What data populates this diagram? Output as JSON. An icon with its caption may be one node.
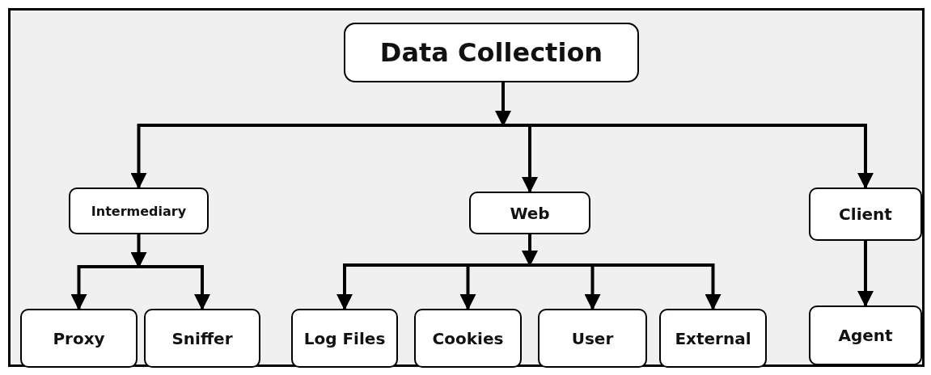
{
  "diagram": {
    "nodes": [
      {
        "text": [
          "Data Collection"
        ]
      },
      {
        "text": [
          "Intermediary"
        ]
      },
      {
        "text": [
          "Web"
        ]
      },
      {
        "text": [
          "Client"
        ]
      },
      {
        "text": [
          "Proxy"
        ]
      },
      {
        "text": [
          "Sniffer"
        ]
      },
      {
        "text": [
          "Log Files"
        ]
      },
      {
        "text": [
          "Cookies"
        ]
      },
      {
        "text": [
          "User"
        ]
      },
      {
        "text": [
          "External"
        ]
      },
      {
        "text": [
          "Agent"
        ]
      }
    ],
    "edges": [
      {
        "from": 0,
        "to": 1,
        "arrow": "to"
      },
      {
        "from": 0,
        "to": 2,
        "arrow": "to"
      },
      {
        "from": 0,
        "to": 3,
        "arrow": "to"
      },
      {
        "from": 1,
        "to": 4,
        "arrow": "to"
      },
      {
        "from": 1,
        "to": 5,
        "arrow": "to"
      },
      {
        "from": 2,
        "to": 6,
        "arrow": "to"
      },
      {
        "from": 2,
        "to": 7,
        "arrow": "to"
      },
      {
        "from": 2,
        "to": 8,
        "arrow": "to"
      },
      {
        "from": 2,
        "to": 9,
        "arrow": "to"
      },
      {
        "from": 3,
        "to": 10,
        "arrow": "to"
      }
    ]
  }
}
